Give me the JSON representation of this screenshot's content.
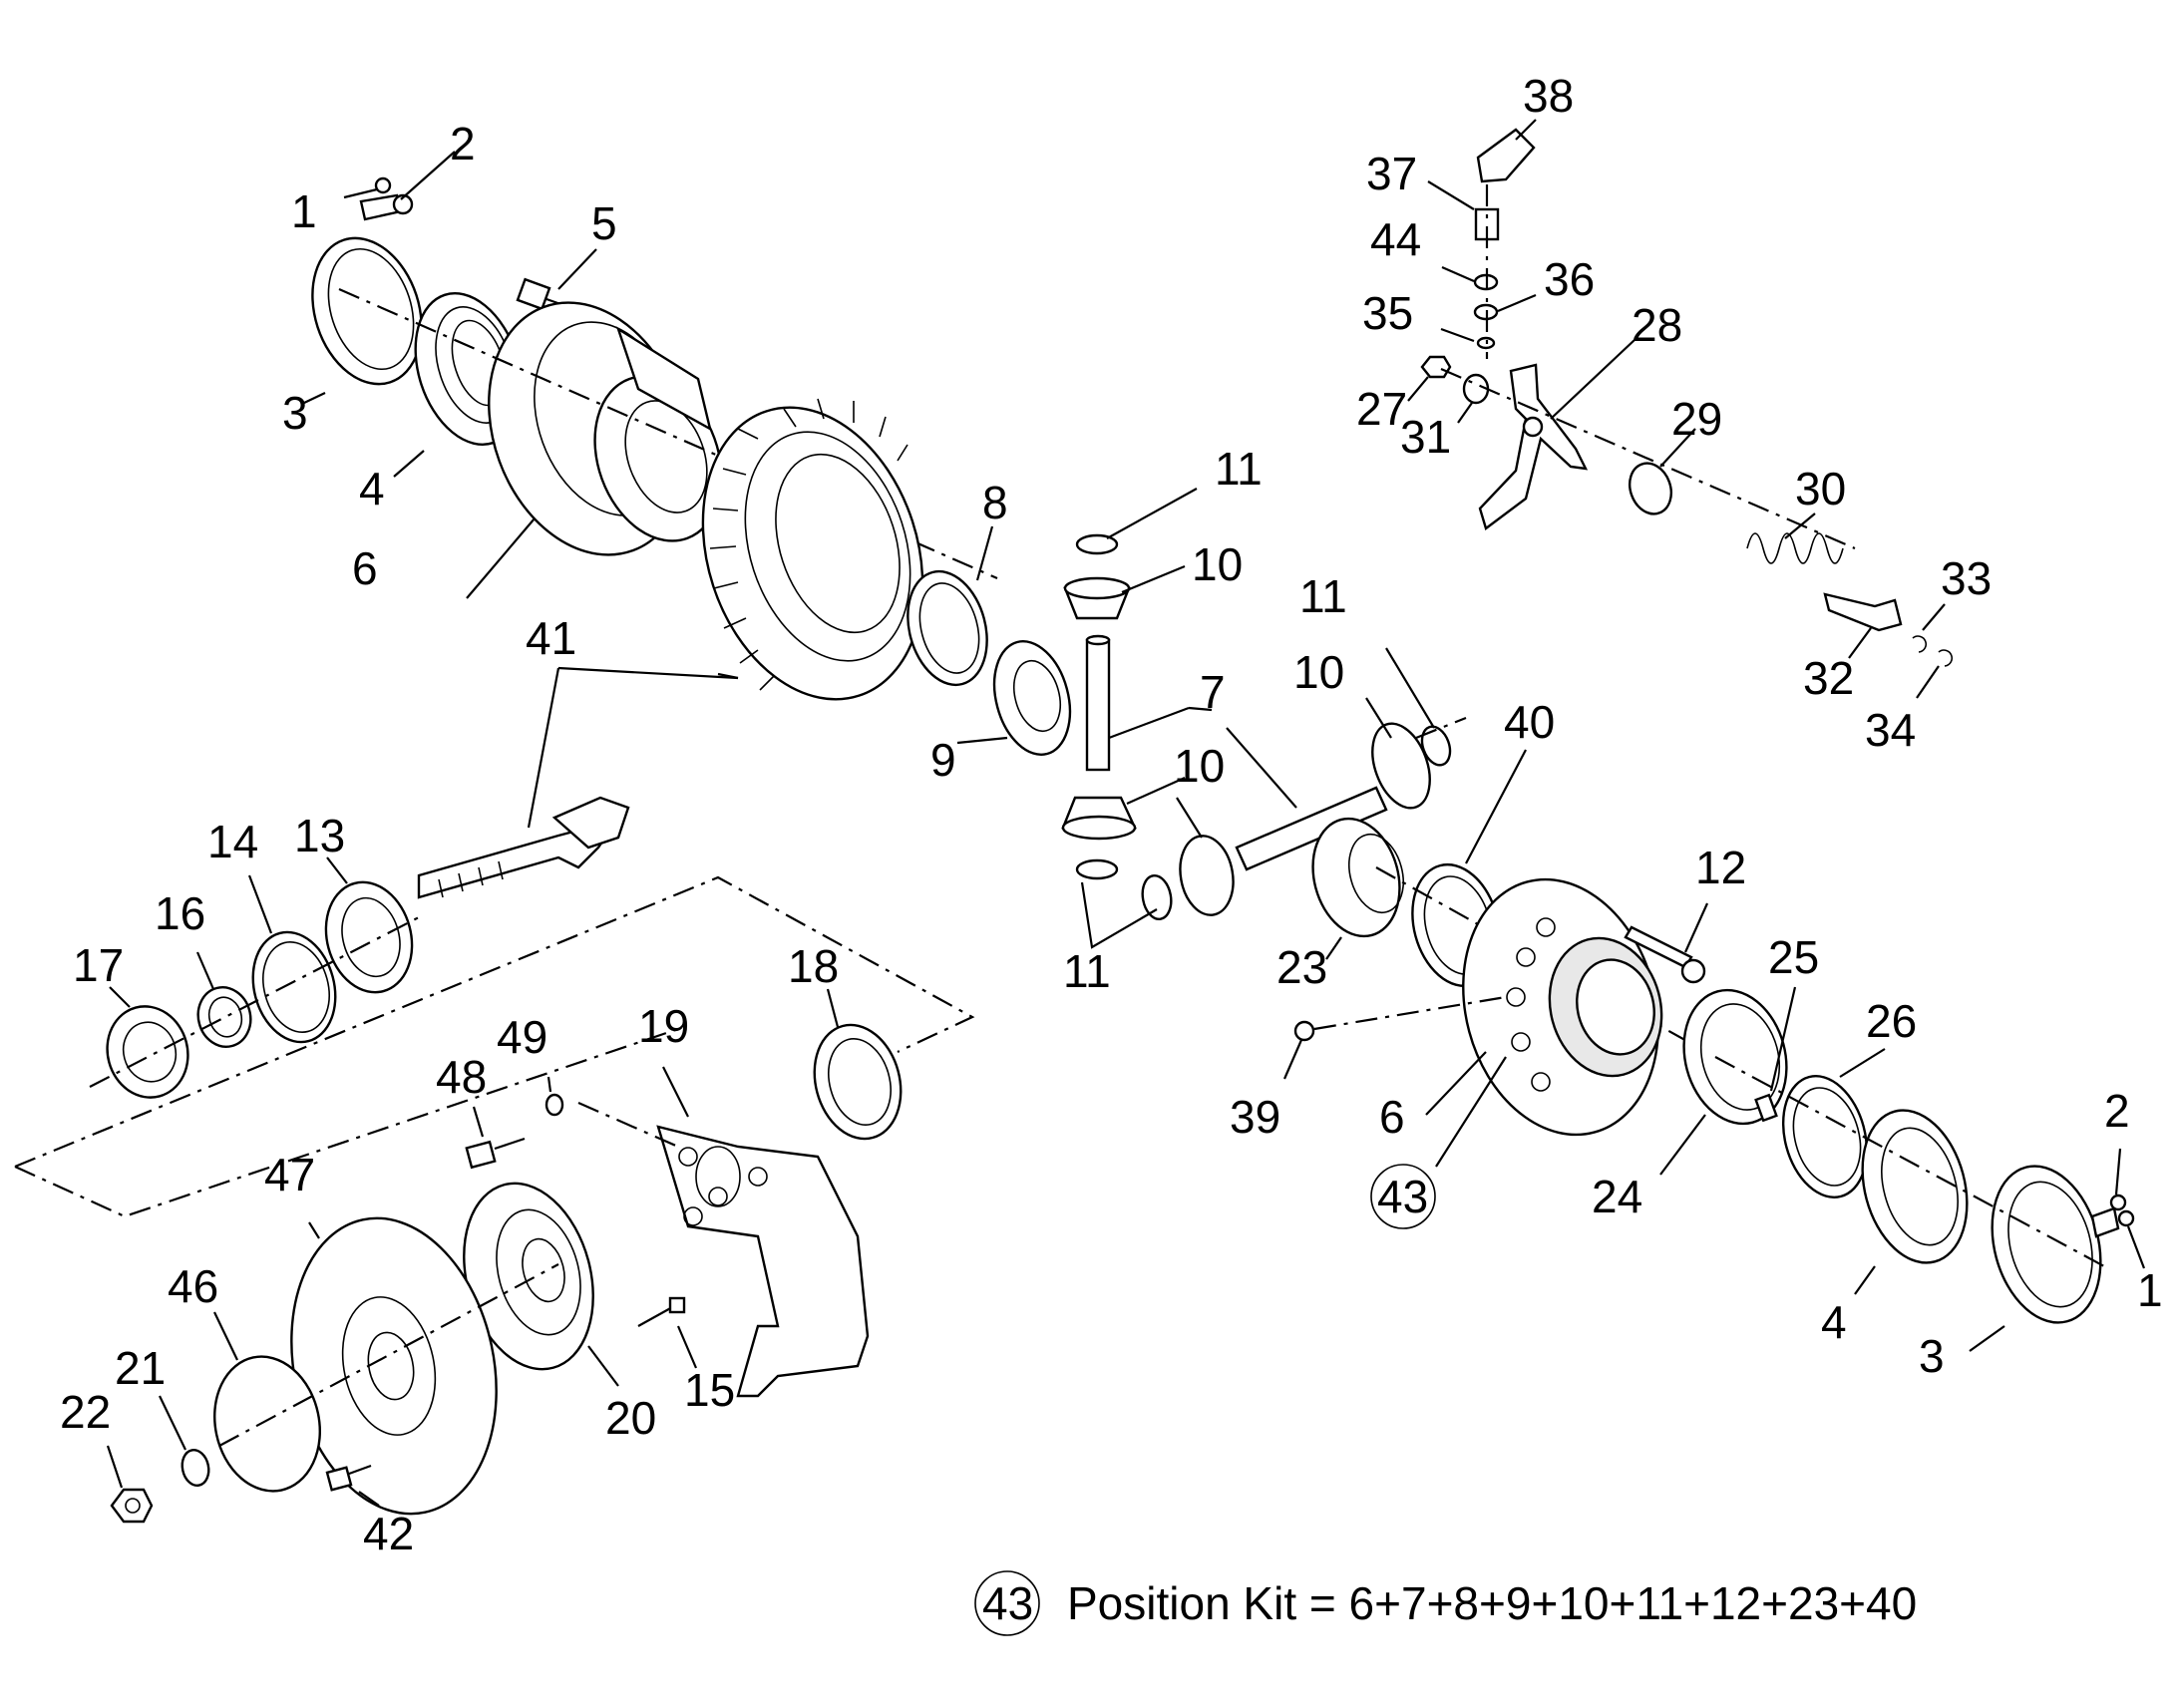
{
  "callouts": {
    "c1a": "1",
    "c2a": "2",
    "c3a": "3",
    "c4a": "4",
    "c5": "5",
    "c6a": "6",
    "c41": "41",
    "c8": "8",
    "c9": "9",
    "c11a": "11",
    "c10a": "10",
    "c7": "7",
    "c10b": "10",
    "c11b": "11",
    "c10c": "10",
    "c11c": "11",
    "c40": "40",
    "c12": "12",
    "c23": "23",
    "c14": "14",
    "c13": "13",
    "c16": "16",
    "c17": "17",
    "c18": "18",
    "c19": "19",
    "c49": "49",
    "c48": "48",
    "c47": "47",
    "c46": "46",
    "c21": "21",
    "c22": "22",
    "c42": "42",
    "c20": "20",
    "c15": "15",
    "c39": "39",
    "c6b": "6",
    "c43": "43",
    "c24": "24",
    "c25": "25",
    "c26": "26",
    "c2b": "2",
    "c1b": "1",
    "c4b": "4",
    "c3b": "3",
    "c38": "38",
    "c37": "37",
    "c44": "44",
    "c36": "36",
    "c35": "35",
    "c28": "28",
    "c27": "27",
    "c31": "31",
    "c29": "29",
    "c30": "30",
    "c33": "33",
    "c32": "32",
    "c34": "34"
  },
  "kit": {
    "number": "43",
    "text": "Position Kit = 6+7+8+9+10+11+12+23+40"
  }
}
